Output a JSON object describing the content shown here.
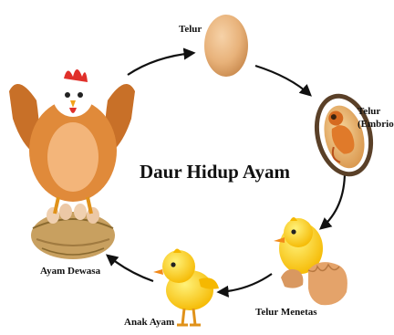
{
  "title": "Daur Hidup Ayam",
  "stages": {
    "egg": "Telur",
    "embryo_line1": "Telur",
    "embryo_line2": "(Embrio)",
    "hatching": "Telur Menetas",
    "chick": "Anak Ayam",
    "adult": "Ayam Dewasa"
  },
  "colors": {
    "egg": "#e8b27a",
    "hen_body": "#e08a3a",
    "comb": "#e0302a",
    "chick": "#ffd43a",
    "nest": "#c8a060",
    "arrow": "#111111"
  },
  "icons": [
    "egg-icon",
    "embryo-egg-icon",
    "hatching-chick-icon",
    "chick-icon",
    "hen-icon",
    "nest-icon"
  ]
}
